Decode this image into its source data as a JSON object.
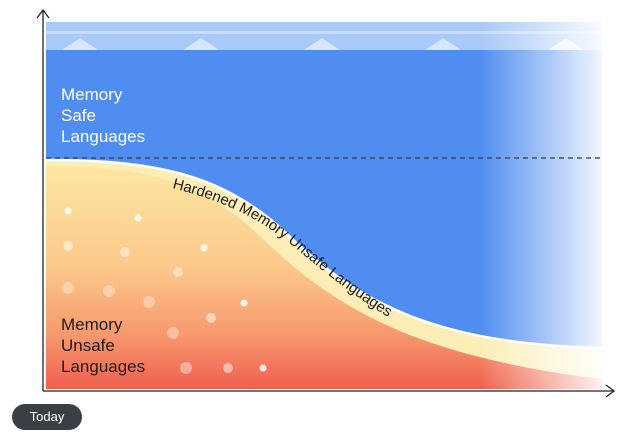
{
  "regions": {
    "safe": {
      "lines": [
        "Memory",
        "Safe",
        "Languages"
      ],
      "color": "#4f8ef0"
    },
    "unsafe": {
      "lines": [
        "Memory",
        "Unsafe",
        "Languages"
      ],
      "color_top": "#fbe7a1",
      "color_bottom": "#ef6152"
    },
    "hardened": {
      "label": "Hardened Memory Unsafe Languages",
      "color": "#fdeeb8"
    }
  },
  "x_axis": {
    "start_label": "Today"
  },
  "colors": {
    "axis": "#222222",
    "top_band": "#a9c9f6",
    "dashed_line": "#3a3a3a"
  }
}
